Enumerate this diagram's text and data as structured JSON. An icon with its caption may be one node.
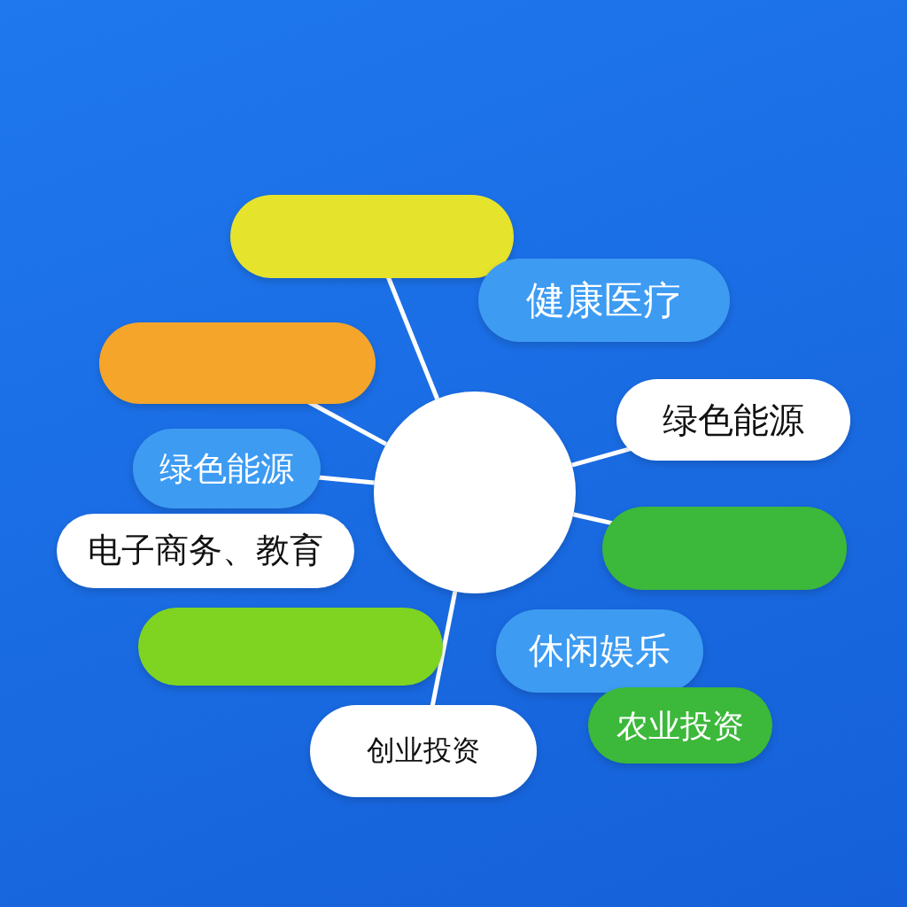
{
  "diagram": {
    "nodes": [
      {
        "text": [],
        "shape": "circle"
      },
      {
        "text": [],
        "shape": "box"
      },
      {
        "text": [
          "健康医疗"
        ]
      },
      {
        "text": [],
        "shape": "box"
      },
      {
        "text": [
          "绿色能源"
        ]
      },
      {
        "text": [
          "绿色能源"
        ]
      },
      {
        "text": [],
        "shape": "box"
      },
      {
        "text": [
          "电子商务、教育"
        ]
      },
      {
        "text": [],
        "shape": "box"
      },
      {
        "text": [
          "休闲娱乐"
        ]
      },
      {
        "text": [
          "农业投资"
        ]
      },
      {
        "text": [
          "创业投资"
        ]
      }
    ],
    "edges": [
      {
        "from": 0,
        "to": 1,
        "arrow": "none"
      },
      {
        "from": 0,
        "to": 3,
        "arrow": "none"
      },
      {
        "from": 0,
        "to": 4,
        "arrow": "none"
      },
      {
        "from": 0,
        "to": 5,
        "arrow": "none"
      },
      {
        "from": 0,
        "to": 6,
        "arrow": "none"
      },
      {
        "from": 0,
        "to": 11,
        "arrow": "none"
      }
    ]
  }
}
